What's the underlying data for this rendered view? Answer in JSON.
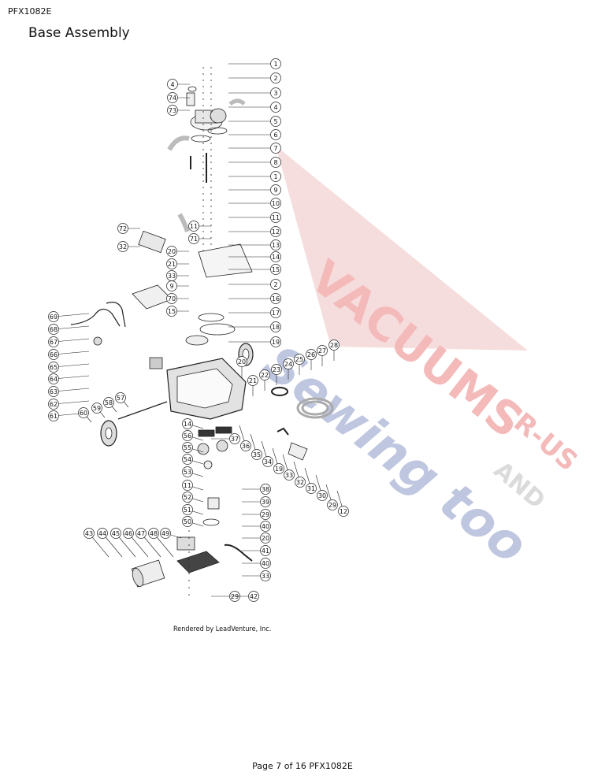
{
  "header": {
    "doc_code": "PFX1082E",
    "section_title": "Base Assembly"
  },
  "credit": "Rendered by LeadVenture, Inc.",
  "footer": "Page 7 of 16 PFX1082E",
  "watermark": {
    "line1": "VACUUMS",
    "line2": "R-US",
    "line3": "AND",
    "line4": "Sewing too",
    "colors": {
      "red": "#e23b3b",
      "blue": "#4b5fa8"
    }
  },
  "callouts": {
    "right_column": [
      "1",
      "2",
      "3",
      "4",
      "5",
      "6",
      "7",
      "8",
      "1",
      "9",
      "10",
      "11",
      "12",
      "13",
      "14",
      "15",
      "2",
      "16",
      "17",
      "18",
      "19"
    ],
    "left_upper": [
      "4",
      "74",
      "73",
      "72",
      "32",
      "11",
      "71",
      "20",
      "21",
      "33",
      "9",
      "70",
      "15"
    ],
    "left_column": [
      "69",
      "68",
      "67",
      "66",
      "65",
      "64",
      "63",
      "62",
      "61"
    ],
    "wheel_left": [
      "60",
      "59",
      "58",
      "57"
    ],
    "caster": [
      "14",
      "56",
      "55",
      "54",
      "53",
      "11",
      "52",
      "51",
      "50",
      "49"
    ],
    "bottom_row": [
      "43",
      "44",
      "45",
      "46",
      "47",
      "48"
    ],
    "center_bottom": [
      "37",
      "38",
      "39",
      "29",
      "40",
      "20",
      "41",
      "40",
      "33",
      "29",
      "42"
    ],
    "right_hose": [
      "20",
      "21",
      "22",
      "23",
      "24",
      "25",
      "26",
      "27",
      "28"
    ],
    "right_lower": [
      "36",
      "35",
      "34",
      "19",
      "33",
      "32",
      "31",
      "30",
      "29",
      "12"
    ]
  }
}
